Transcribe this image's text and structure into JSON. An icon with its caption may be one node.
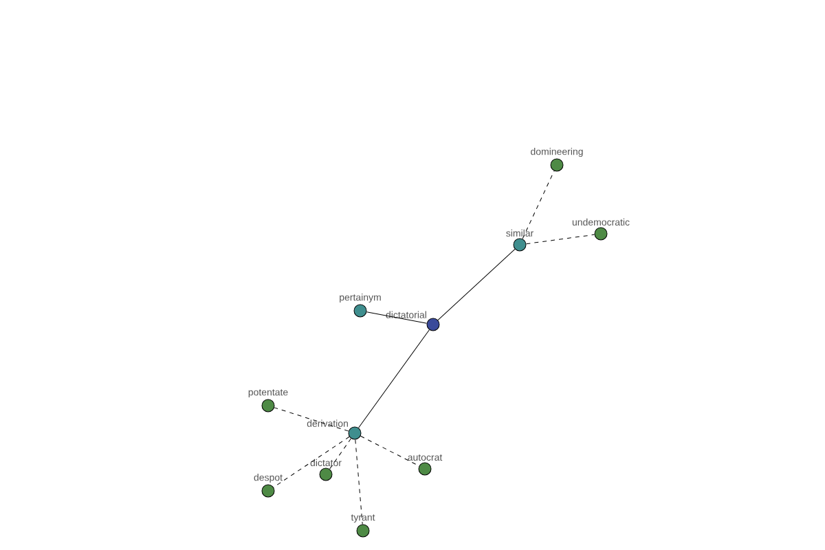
{
  "diagram": {
    "nodes": [
      {
        "text": [
          "domineering"
        ]
      },
      {
        "text": [
          "similar"
        ]
      },
      {
        "text": [
          "undemocratic"
        ]
      },
      {
        "text": [
          "pertainym"
        ]
      },
      {
        "text": [
          "dictatorial"
        ]
      },
      {
        "text": [
          "potentate"
        ]
      },
      {
        "text": [
          "derivation"
        ]
      },
      {
        "text": [
          "autocrat"
        ]
      },
      {
        "text": [
          "dictator"
        ]
      },
      {
        "text": [
          "despot"
        ]
      },
      {
        "text": [
          "tyrant"
        ]
      }
    ],
    "edges": [
      {
        "from": 4,
        "to": 1,
        "arrow": "none"
      },
      {
        "from": 4,
        "to": 3,
        "arrow": "none"
      },
      {
        "from": 4,
        "to": 6,
        "arrow": "none"
      },
      {
        "from": 1,
        "to": 0,
        "arrow": "none",
        "style": "dashed"
      },
      {
        "from": 1,
        "to": 2,
        "arrow": "none",
        "style": "dashed"
      },
      {
        "from": 6,
        "to": 5,
        "arrow": "none",
        "style": "dashed"
      },
      {
        "from": 6,
        "to": 9,
        "arrow": "none",
        "style": "dashed"
      },
      {
        "from": 6,
        "to": 8,
        "arrow": "none",
        "style": "dashed"
      },
      {
        "from": 6,
        "to": 7,
        "arrow": "none",
        "style": "dashed"
      },
      {
        "from": 6,
        "to": 10,
        "arrow": "none",
        "style": "dashed"
      }
    ]
  }
}
